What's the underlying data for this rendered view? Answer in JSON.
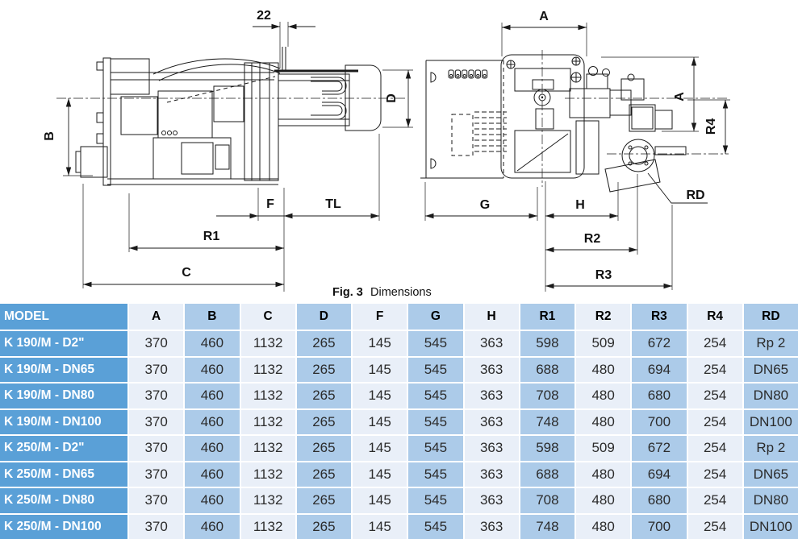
{
  "drawing": {
    "caption": {
      "fig": "Fig. 3",
      "title": "Dimensions"
    },
    "left_view": {
      "description": "burner side view",
      "labels": {
        "offset22": "22",
        "b": "B",
        "d": "D",
        "f": "F",
        "tl": "TL",
        "r1": "R1",
        "c": "C"
      }
    },
    "right_view": {
      "description": "burner rear view",
      "labels": {
        "a_top": "A",
        "a_side": "A",
        "r4": "R4",
        "rd": "RD",
        "g": "G",
        "h": "H",
        "r2": "R2",
        "r3": "R3"
      }
    }
  },
  "table": {
    "columns": [
      "MODEL",
      "A",
      "B",
      "C",
      "D",
      "F",
      "G",
      "H",
      "R1",
      "R2",
      "R3",
      "R4",
      "RD"
    ],
    "rows": [
      {
        "model": "K 190/M - D2\"",
        "values": [
          "370",
          "460",
          "1132",
          "265",
          "145",
          "545",
          "363",
          "598",
          "509",
          "672",
          "254",
          "Rp 2"
        ]
      },
      {
        "model": "K 190/M - DN65",
        "values": [
          "370",
          "460",
          "1132",
          "265",
          "145",
          "545",
          "363",
          "688",
          "480",
          "694",
          "254",
          "DN65"
        ]
      },
      {
        "model": "K 190/M - DN80",
        "values": [
          "370",
          "460",
          "1132",
          "265",
          "145",
          "545",
          "363",
          "708",
          "480",
          "680",
          "254",
          "DN80"
        ]
      },
      {
        "model": "K 190/M - DN100",
        "values": [
          "370",
          "460",
          "1132",
          "265",
          "145",
          "545",
          "363",
          "748",
          "480",
          "700",
          "254",
          "DN100"
        ]
      },
      {
        "model": "K 250/M - D2\"",
        "values": [
          "370",
          "460",
          "1132",
          "265",
          "145",
          "545",
          "363",
          "598",
          "509",
          "672",
          "254",
          "Rp 2"
        ]
      },
      {
        "model": "K 250/M - DN65",
        "values": [
          "370",
          "460",
          "1132",
          "265",
          "145",
          "545",
          "363",
          "688",
          "480",
          "694",
          "254",
          "DN65"
        ]
      },
      {
        "model": "K 250/M - DN80",
        "values": [
          "370",
          "460",
          "1132",
          "265",
          "145",
          "545",
          "363",
          "708",
          "480",
          "680",
          "254",
          "DN80"
        ]
      },
      {
        "model": "K 250/M - DN100",
        "values": [
          "370",
          "460",
          "1132",
          "265",
          "145",
          "545",
          "363",
          "748",
          "480",
          "700",
          "254",
          "DN100"
        ]
      }
    ]
  },
  "colors": {
    "model_column": "#5AA0D7",
    "cell_light": "#E9EFF8",
    "cell_blue": "#ACCBE9",
    "line": "#1A1A1A",
    "cell_text": "#2B2B2B"
  }
}
